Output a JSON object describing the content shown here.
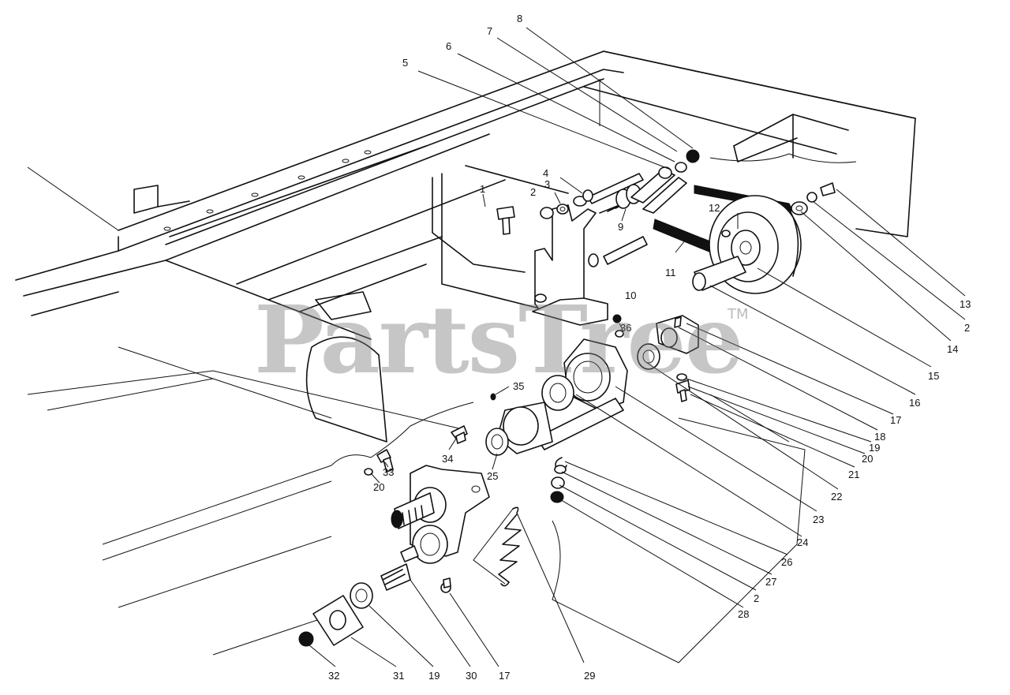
{
  "watermark": {
    "brand": "PartsTree",
    "trademark": "TM"
  },
  "callouts": [
    {
      "id": "c1",
      "label": "1"
    },
    {
      "id": "c2a",
      "label": "2"
    },
    {
      "id": "c3",
      "label": "3"
    },
    {
      "id": "c4",
      "label": "4"
    },
    {
      "id": "c5",
      "label": "5"
    },
    {
      "id": "c6",
      "label": "6"
    },
    {
      "id": "c7",
      "label": "7"
    },
    {
      "id": "c8",
      "label": "8"
    },
    {
      "id": "c9",
      "label": "9"
    },
    {
      "id": "c10",
      "label": "10"
    },
    {
      "id": "c11",
      "label": "11"
    },
    {
      "id": "c12",
      "label": "12"
    },
    {
      "id": "c13",
      "label": "13"
    },
    {
      "id": "c2b",
      "label": "2"
    },
    {
      "id": "c14",
      "label": "14"
    },
    {
      "id": "c15",
      "label": "15"
    },
    {
      "id": "c16",
      "label": "16"
    },
    {
      "id": "c17a",
      "label": "17"
    },
    {
      "id": "c18",
      "label": "18"
    },
    {
      "id": "c19a",
      "label": "19"
    },
    {
      "id": "c20a",
      "label": "20"
    },
    {
      "id": "c21",
      "label": "21"
    },
    {
      "id": "c22",
      "label": "22"
    },
    {
      "id": "c23",
      "label": "23"
    },
    {
      "id": "c24",
      "label": "24"
    },
    {
      "id": "c26",
      "label": "26"
    },
    {
      "id": "c27",
      "label": "27"
    },
    {
      "id": "c2c",
      "label": "2"
    },
    {
      "id": "c28",
      "label": "28"
    },
    {
      "id": "c29",
      "label": "29"
    },
    {
      "id": "c17b",
      "label": "17"
    },
    {
      "id": "c30",
      "label": "30"
    },
    {
      "id": "c19b",
      "label": "19"
    },
    {
      "id": "c31",
      "label": "31"
    },
    {
      "id": "c32",
      "label": "32"
    },
    {
      "id": "c20b",
      "label": "20"
    },
    {
      "id": "c33",
      "label": "33"
    },
    {
      "id": "c34",
      "label": "34"
    },
    {
      "id": "c25",
      "label": "25"
    },
    {
      "id": "c35",
      "label": "35"
    },
    {
      "id": "c36",
      "label": "36"
    }
  ]
}
